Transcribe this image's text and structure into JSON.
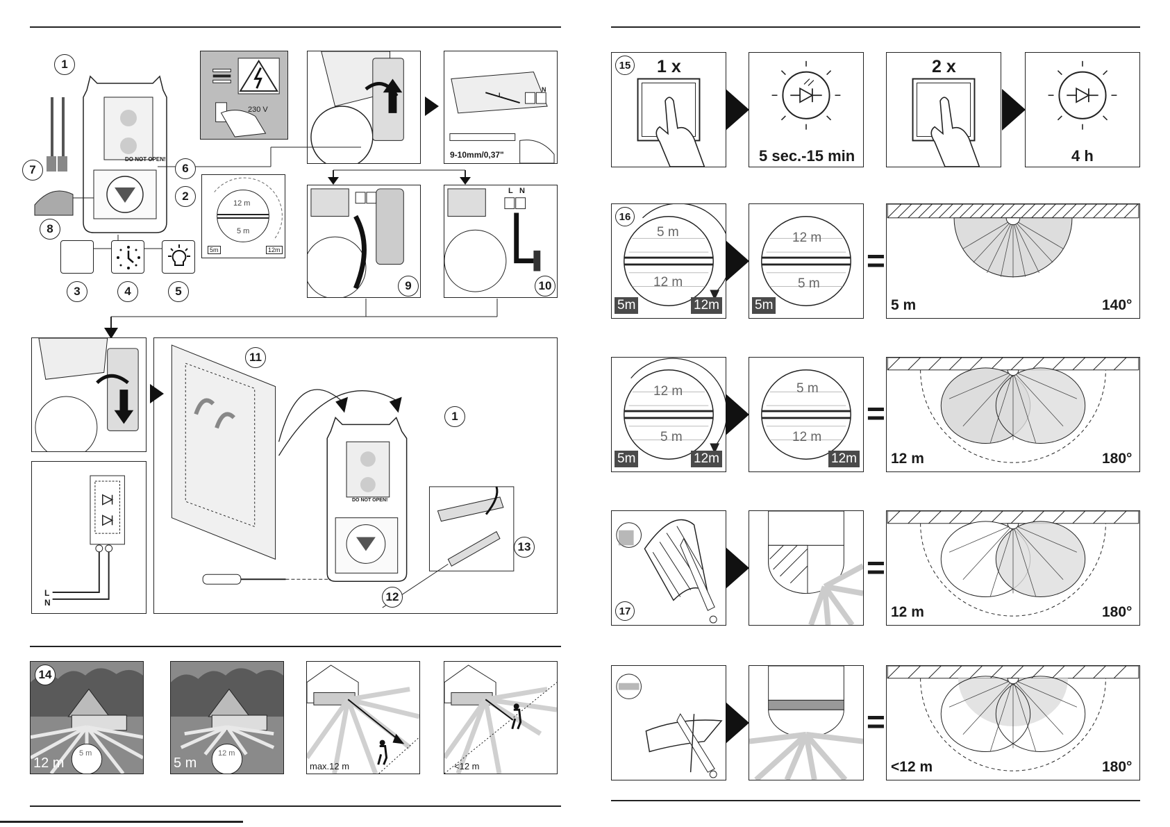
{
  "left": {
    "callouts": [
      "1",
      "7",
      "6",
      "2",
      "8",
      "3",
      "4",
      "5",
      "9",
      "10",
      "11",
      "1",
      "13",
      "12",
      "14"
    ],
    "warning_voltage": "230 V",
    "device_label": "DO NOT OPEN!",
    "wire_strip": "9-10mm/0,37\"",
    "lens_inner": {
      "r1": "12 m",
      "r2": "5 m",
      "tag_left": "5m",
      "tag_right": "12m"
    },
    "terminal_labels": {
      "l": "L",
      "n": "N"
    },
    "wiring_labels": {
      "l": "L",
      "n": "N"
    },
    "range_photos": [
      {
        "value": "12 m",
        "lens": "5 m"
      },
      {
        "value": "5 m",
        "lens": "12 m"
      },
      {
        "value": "max.12 m"
      },
      {
        "value": "<12 m"
      }
    ]
  },
  "right": {
    "step15": {
      "callout": "15",
      "press1": "1 x",
      "time1": "5 sec.-15 min",
      "press2": "2 x",
      "time2": "4 h"
    },
    "step16": {
      "callout": "16",
      "rows": [
        {
          "lens_a_top": "5 m",
          "lens_a_bot": "12 m",
          "tag_a_left": "5m",
          "tag_a_right": "12m",
          "lens_b_top": "12 m",
          "lens_b_bot": "5 m",
          "tag_b": "5m",
          "range": "5 m",
          "angle": "140°"
        },
        {
          "lens_a_top": "12 m",
          "lens_a_bot": "5 m",
          "tag_a_left": "5m",
          "tag_a_right": "12m",
          "lens_b_top": "5 m",
          "lens_b_bot": "12 m",
          "tag_b": "12m",
          "range": "12 m",
          "angle": "180°"
        }
      ]
    },
    "step17": {
      "callout": "17",
      "rows": [
        {
          "range": "12 m",
          "angle": "180°"
        },
        {
          "range": "<12 m",
          "angle": "180°"
        }
      ]
    },
    "equals": "="
  }
}
